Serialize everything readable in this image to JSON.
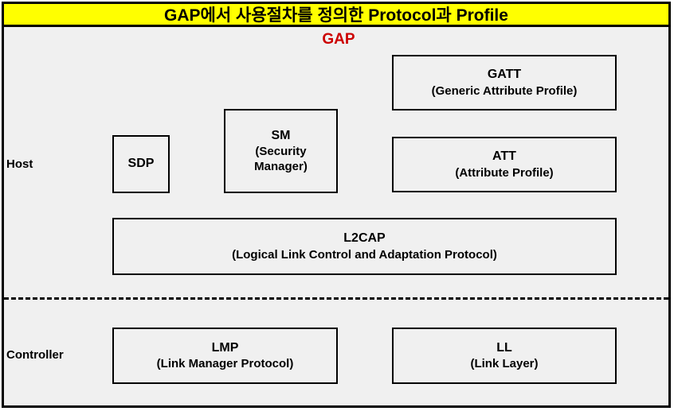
{
  "title": {
    "text": "GAP에서 사용절차를 정의한 Protocol과 Profile",
    "background_color": "#ffff00",
    "text_color": "#000000"
  },
  "diagram": {
    "heading": "GAP",
    "heading_color": "#cc0000",
    "background_color": "#f0f0f0",
    "layers": [
      {
        "name": "host",
        "label": "Host"
      },
      {
        "name": "controller",
        "label": "Controller"
      }
    ],
    "blocks": {
      "sdp": {
        "title": "SDP",
        "subtitle": ""
      },
      "sm": {
        "title": "SM",
        "subtitle": "(Security",
        "subtitle2": "Manager)"
      },
      "gatt": {
        "title": "GATT",
        "subtitle": "(Generic Attribute Profile)"
      },
      "att": {
        "title": "ATT",
        "subtitle": "(Attribute Profile)"
      },
      "l2cap": {
        "title": "L2CAP",
        "subtitle": "(Logical Link Control and Adaptation Protocol)"
      },
      "lmp": {
        "title": "LMP",
        "subtitle": "(Link Manager Protocol)"
      },
      "ll": {
        "title": "LL",
        "subtitle": "(Link Layer)"
      }
    }
  }
}
